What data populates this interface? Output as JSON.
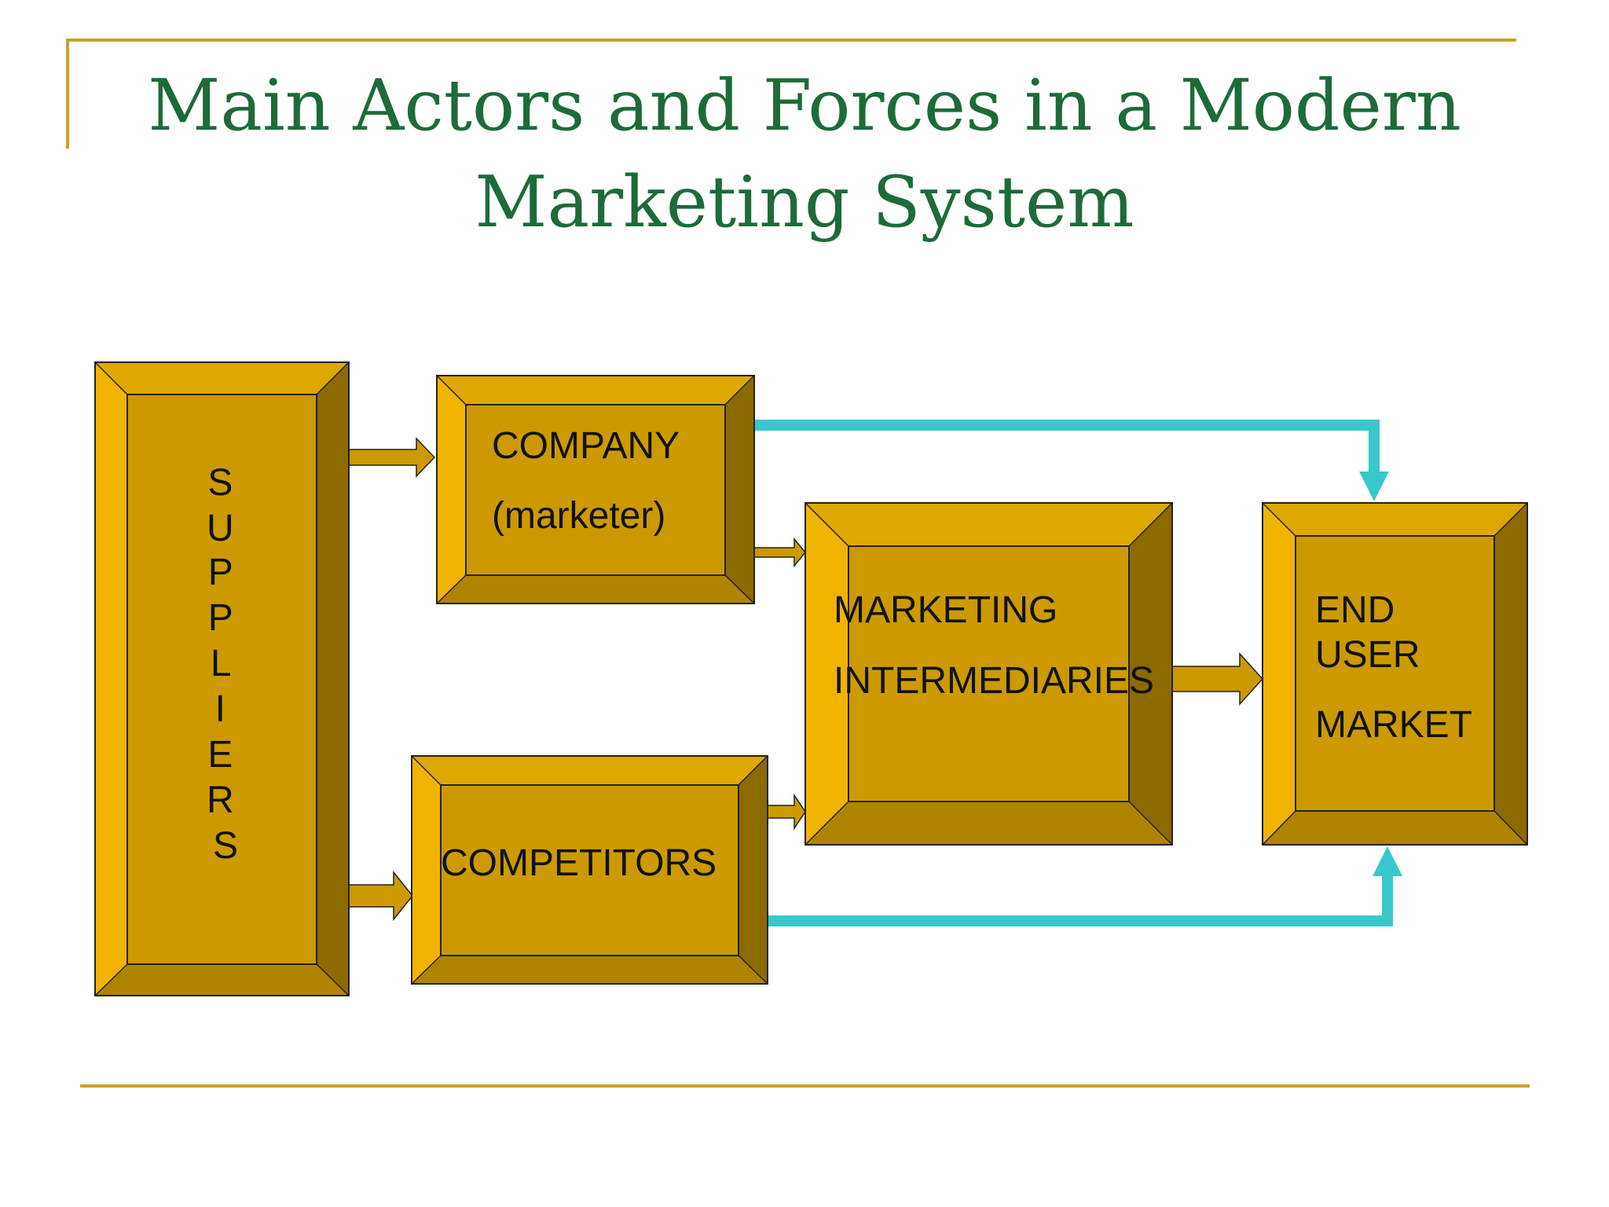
{
  "slide": {
    "title_line1": "Main Actors and Forces in a Modern",
    "title_line2": "Marketing System"
  },
  "colors": {
    "title": "#1d6b3a",
    "rule": "#c9a12a",
    "box_face": "#cc9a00",
    "box_bevel_light": "#f0b400",
    "box_bevel_top": "#dea800",
    "box_bevel_dark": "#8c6a00",
    "box_bevel_bottom": "#b08400",
    "flow_arrow": "#38c8cc"
  },
  "boxes": {
    "suppliers": {
      "letters": [
        "S",
        "U",
        "P",
        "P",
        "L",
        "I",
        "E",
        "R",
        "S"
      ]
    },
    "company": {
      "line1": "COMPANY",
      "line2": "(marketer)"
    },
    "competitors": {
      "line1": "COMPETITORS"
    },
    "intermediaries": {
      "line1": "MARKETING",
      "line2": "INTERMEDIARIES"
    },
    "end_user": {
      "line1": "END",
      "line2": "USER",
      "line3": "MARKET"
    }
  }
}
